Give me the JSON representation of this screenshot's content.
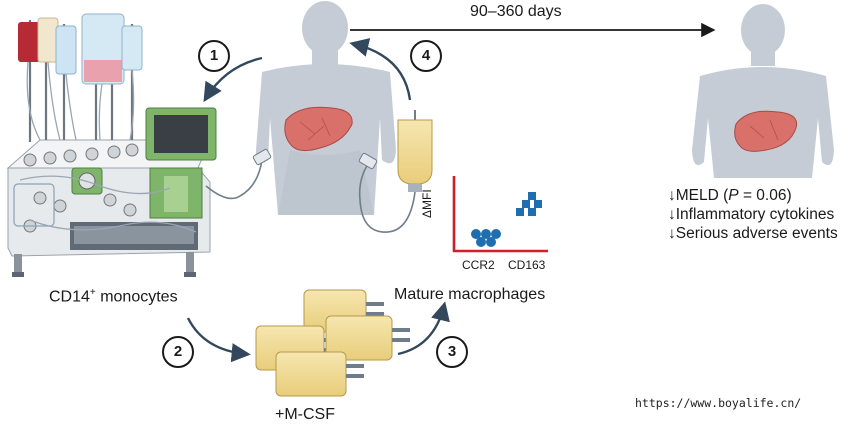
{
  "timeline": {
    "label": "90–360 days"
  },
  "steps": {
    "s1": "1",
    "s2": "2",
    "s3": "3",
    "s4": "4"
  },
  "labels": {
    "monocytes_prefix": "CD14",
    "monocytes_sup": "+",
    "monocytes_suffix": " monocytes",
    "macrophages": "Mature macrophages",
    "mcsf": "+M-CSF"
  },
  "chart": {
    "ylabel": "ΔMFI",
    "categories": [
      "CCR2",
      "CD163"
    ]
  },
  "outcomes": {
    "meld_prefix": "↓MELD (",
    "meld_p": "P",
    "meld_suffix": " = 0.06)",
    "cytokines": "↓Inflammatory cytokines",
    "adverse": "↓Serious adverse events"
  },
  "watermark": "https://www.boyalife.cn/",
  "colors": {
    "body": "#c5ccd6",
    "body_shade": "#b3bcc8",
    "liver": "#d9706a",
    "bag": "#f0dc95",
    "axis": "#d11f2a",
    "dots": "#1f6fb0",
    "arrow": "#33485d",
    "machine_green": "#7fb56a",
    "machine_white": "#eef0f2"
  },
  "chart_data": {
    "type": "scatter",
    "categories": [
      "CCR2",
      "CD163"
    ],
    "ylabel": "ΔMFI",
    "series": [
      {
        "category": "CCR2",
        "relative_level": "low",
        "points": 5
      },
      {
        "category": "CD163",
        "relative_level": "high",
        "points": 5
      }
    ]
  }
}
